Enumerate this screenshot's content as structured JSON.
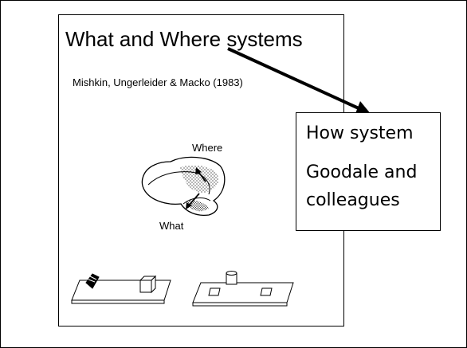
{
  "slide": {
    "title": "What and Where systems",
    "citation": "Mishkin, Ungerleider & Macko (1983)",
    "brain": {
      "where_label": "Where",
      "what_label": "What"
    },
    "callout": {
      "line1": "How system",
      "line2": "Goodale and",
      "line3": "colleagues"
    },
    "colors": {
      "ink": "#000000",
      "background": "#ffffff"
    }
  }
}
